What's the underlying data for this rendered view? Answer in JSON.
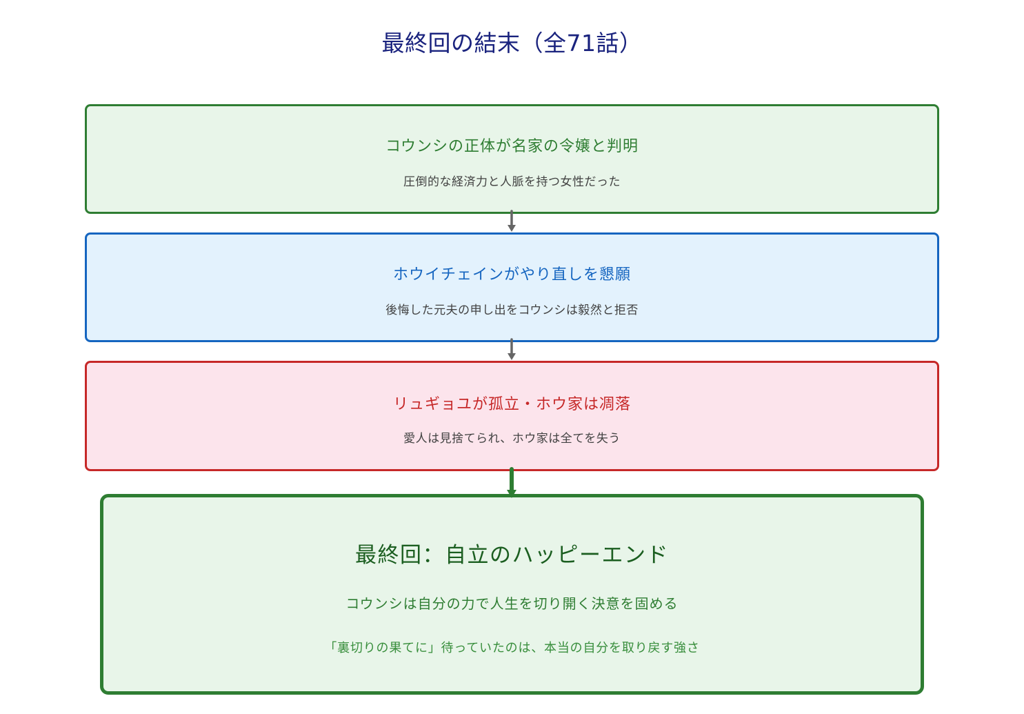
{
  "title": "最終回の結末（全71話）",
  "colors": {
    "title": "#1a237e",
    "green": "#2e7d32",
    "green_bg": "#e8f5e9",
    "blue": "#1565c0",
    "blue_bg": "#e3f2fd",
    "red": "#c62828",
    "red_bg": "#fce4ec",
    "arrow_grey": "#666666"
  },
  "steps": [
    {
      "heading": "コウンシの正体が名家の令嬢と判明",
      "sub": "圧倒的な経済力と人脈を持つ女性だった",
      "color": "green"
    },
    {
      "heading": "ホウイチェインがやり直しを懇願",
      "sub": "後悔した元夫の申し出をコウンシは毅然と拒否",
      "color": "blue"
    },
    {
      "heading": "リュギョユが孤立・ホウ家は凋落",
      "sub": "愛人は見捨てられ、ホウ家は全てを失う",
      "color": "red"
    }
  ],
  "final": {
    "heading": "最終回：自立のハッピーエンド",
    "sub1": "コウンシは自分の力で人生を切り開く決意を固める",
    "sub2": "「裏切りの果てに」待っていたのは、本当の自分を取り戻す強さ"
  },
  "arrows": [
    {
      "from": "step-1",
      "to": "step-2",
      "style": "grey-thin"
    },
    {
      "from": "step-2",
      "to": "step-3",
      "style": "grey-thin"
    },
    {
      "from": "step-3",
      "to": "final",
      "style": "green-thick"
    }
  ]
}
